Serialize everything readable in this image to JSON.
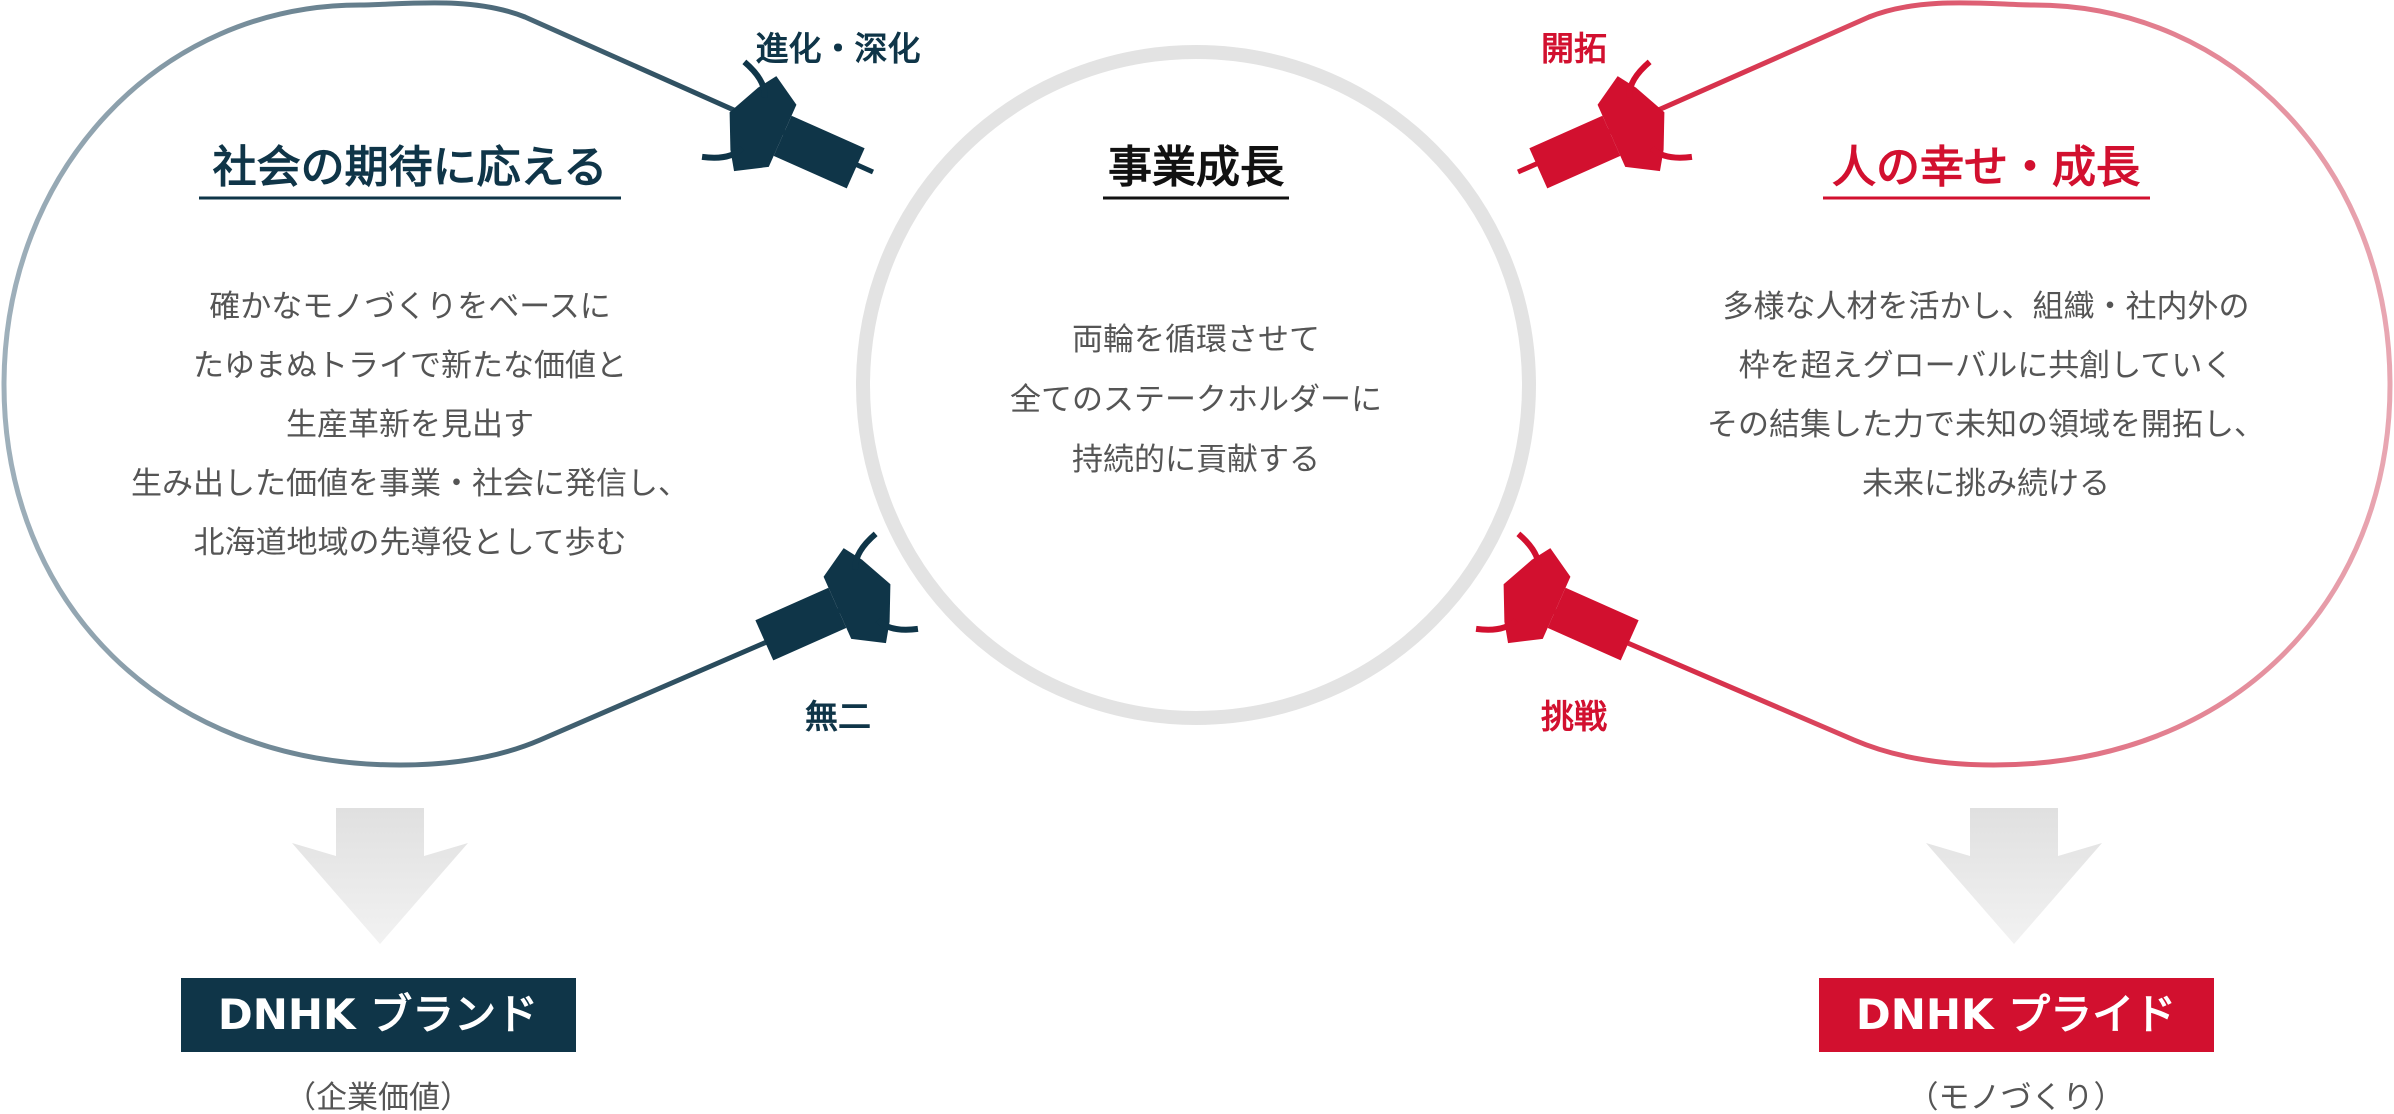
{
  "left": {
    "title": "社会の期待に応える",
    "lines": [
      "確かなモノづくりをベースに",
      "たゆまぬトライで新たな価値と",
      "生産革新を見出す",
      "生み出した価値を事業・社会に発信し、",
      "北海道地域の先導役として歩む"
    ],
    "top_label": "進化・深化",
    "bottom_label": "無二",
    "box_label": "DNHK ブランド",
    "box_sub": "（企業価値）"
  },
  "center": {
    "title": "事業成長",
    "lines": [
      "両輪を循環させて",
      "全てのステークホルダーに",
      "持続的に貢献する"
    ]
  },
  "right": {
    "title": "人の幸せ・成長",
    "lines": [
      "多様な人材を活かし、組織・社内外の",
      "枠を超えグローバルに共創していく",
      "その結集した力で未知の領域を開拓し、",
      "未来に挑み続ける"
    ],
    "top_label": "開拓",
    "bottom_label": "挑戦",
    "box_label": "DNHK プライド",
    "box_sub": "（モノづくり）"
  },
  "colors": {
    "navy": "#0f3548",
    "red": "#d2102f",
    "gray_ring": "#e3e3e3",
    "body_text": "#555555",
    "arrow_gray": "#e6e6e6"
  },
  "icons": {
    "left_down_arrow": "down-arrow-icon",
    "right_down_arrow": "down-arrow-icon"
  }
}
